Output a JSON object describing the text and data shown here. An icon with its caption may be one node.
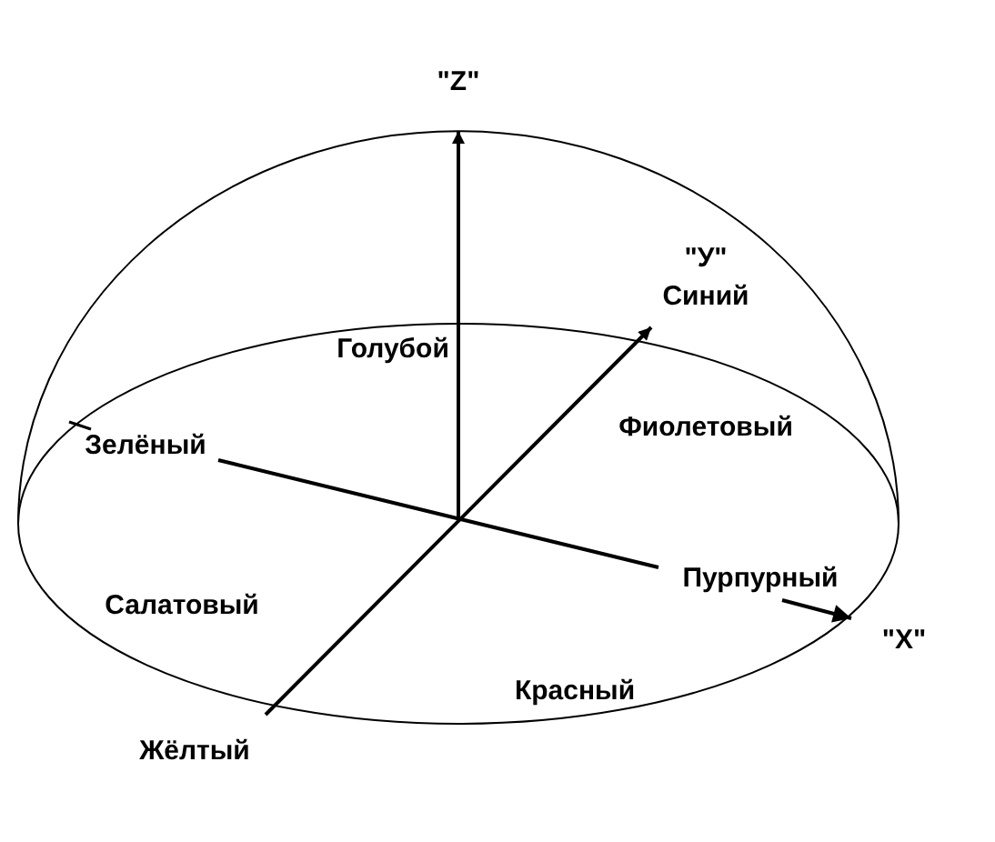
{
  "diagram": {
    "labels": [
      "\"Z\"",
      "\"У\"",
      "Синий",
      "Голубой",
      "Фиолетовый",
      "Зелёный",
      "Пурпурный",
      "Салатовый",
      "\"X\"",
      "Красный",
      "Жёлтый"
    ]
  }
}
